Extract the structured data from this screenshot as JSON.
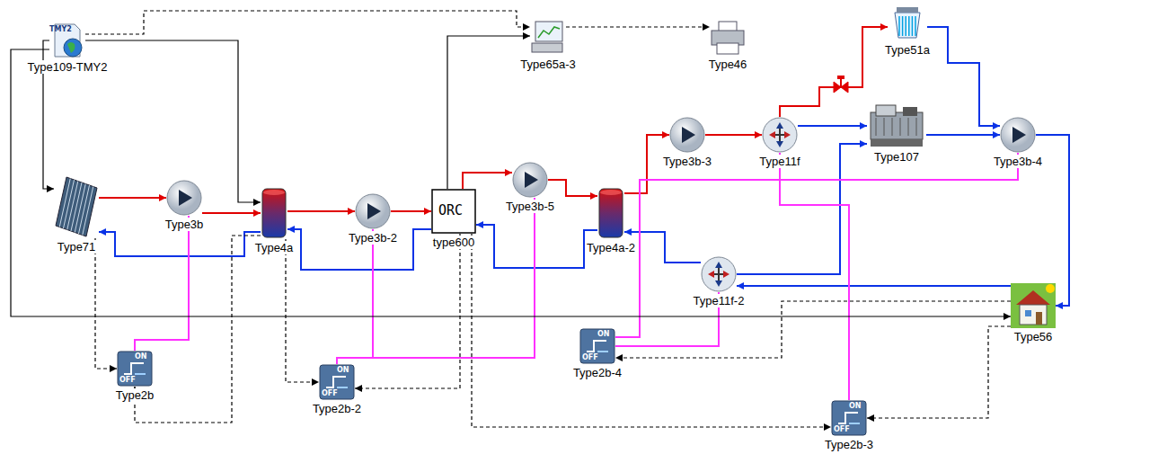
{
  "diagram": {
    "nodes": [
      {
        "text": [
          "TMY2",
          "Type109-TMY2"
        ]
      },
      {
        "text": [
          "Type65a-3"
        ]
      },
      {
        "text": [
          "Type46"
        ]
      },
      {
        "text": [
          "Type51a"
        ]
      },
      {
        "text": [
          "Type71"
        ]
      },
      {
        "text": [
          "Type3b"
        ]
      },
      {
        "text": [
          "Type4a"
        ]
      },
      {
        "text": [
          "Type3b-2"
        ]
      },
      {
        "text": [
          "ORC",
          "type600"
        ]
      },
      {
        "text": [
          "Type3b-5"
        ]
      },
      {
        "text": [
          "Type4a-2"
        ]
      },
      {
        "text": [
          "Type3b-3"
        ]
      },
      {
        "text": [
          "Type11f"
        ]
      },
      {
        "text": [
          "Type107"
        ]
      },
      {
        "text": [
          "Type3b-4"
        ]
      },
      {
        "text": [
          "Type11f-2"
        ]
      },
      {
        "text": [
          "Type56"
        ]
      },
      {
        "text": [
          "ON",
          "OFF",
          "Type2b"
        ]
      },
      {
        "text": [
          "ON",
          "OFF",
          "Type2b-2"
        ]
      },
      {
        "text": [
          "ON",
          "OFF",
          "Type2b-4"
        ]
      },
      {
        "text": [
          "ON",
          "OFF",
          "Type2b-3"
        ]
      }
    ],
    "edges": [
      {
        "from": 4,
        "to": 5,
        "arrow": "to"
      },
      {
        "from": 5,
        "to": 6,
        "arrow": "to"
      },
      {
        "from": 6,
        "to": 4,
        "arrow": "to"
      },
      {
        "from": 6,
        "to": 7,
        "arrow": "to"
      },
      {
        "from": 7,
        "to": 8,
        "arrow": "to"
      },
      {
        "from": 8,
        "to": 6,
        "arrow": "to"
      },
      {
        "from": 8,
        "to": 9,
        "arrow": "to"
      },
      {
        "from": 9,
        "to": 10,
        "arrow": "to"
      },
      {
        "from": 10,
        "to": 8,
        "arrow": "to"
      },
      {
        "from": 10,
        "to": 11,
        "arrow": "to"
      },
      {
        "from": 11,
        "to": 12,
        "arrow": "to"
      },
      {
        "from": 12,
        "to": 3,
        "arrow": "to"
      },
      {
        "from": 3,
        "to": 14,
        "arrow": "to"
      },
      {
        "from": 13,
        "to": 14,
        "arrow": "to"
      },
      {
        "from": 14,
        "to": 16,
        "arrow": "to"
      },
      {
        "from": 16,
        "to": 15,
        "arrow": "to"
      },
      {
        "from": 15,
        "to": 10,
        "arrow": "to"
      },
      {
        "from": 15,
        "to": 13,
        "arrow": "to"
      },
      {
        "from": 12,
        "to": 13,
        "arrow": "to"
      },
      {
        "from": 17,
        "to": 5,
        "arrow": "to"
      },
      {
        "from": 18,
        "to": 7,
        "arrow": "to"
      },
      {
        "from": 18,
        "to": 9,
        "arrow": "to"
      },
      {
        "from": 19,
        "to": 15,
        "arrow": "to"
      },
      {
        "from": 20,
        "to": 12,
        "arrow": "to"
      },
      {
        "from": 19,
        "to": 14,
        "arrow": "to"
      },
      {
        "from": 0,
        "to": 4,
        "arrow": "to"
      },
      {
        "from": 0,
        "to": 6,
        "arrow": "to"
      },
      {
        "from": 0,
        "to": 16,
        "arrow": "to"
      },
      {
        "from": 0,
        "to": 1,
        "arrow": "to"
      },
      {
        "from": 4,
        "to": 17,
        "arrow": "to"
      },
      {
        "from": 6,
        "to": 17,
        "arrow": "to"
      },
      {
        "from": 6,
        "to": 18,
        "arrow": "to"
      },
      {
        "from": 8,
        "to": 18,
        "arrow": "to"
      },
      {
        "from": 8,
        "to": 1,
        "arrow": "to"
      },
      {
        "from": 1,
        "to": 2,
        "arrow": "to"
      },
      {
        "from": 16,
        "to": 20,
        "arrow": "to"
      },
      {
        "from": 16,
        "to": 19,
        "arrow": "to"
      },
      {
        "from": 8,
        "to": 20,
        "arrow": "to"
      }
    ]
  }
}
